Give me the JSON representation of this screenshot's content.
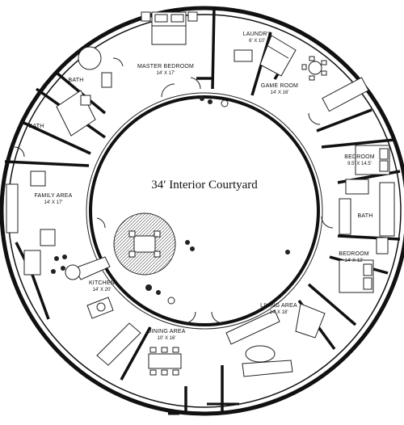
{
  "courtyard": {
    "title": "34′ Interior Courtyard"
  },
  "rooms": {
    "laundry": {
      "name": "LAUNDRY",
      "dims": "6' X 10'"
    },
    "master": {
      "name": "MASTER BEDROOM",
      "dims": "14' X 17'"
    },
    "bath_top": {
      "name": "BATH"
    },
    "bath_small": {
      "name": "BATH"
    },
    "game": {
      "name": "GAME ROOM",
      "dims": "14' X 16'"
    },
    "bed1": {
      "name": "BEDROOM",
      "dims": "9.5' X 14.5'"
    },
    "bath_right": {
      "name": "BATH"
    },
    "bed2": {
      "name": "BEDROOM",
      "dims": "14' X 12'"
    },
    "family": {
      "name": "FAMILY AREA",
      "dims": "14' X 17'"
    },
    "kitchen": {
      "name": "KITCHEN",
      "dims": "14' X 20'"
    },
    "living": {
      "name": "LIVING AREA",
      "dims": "14' X 18'"
    },
    "dining": {
      "name": "DINING AREA",
      "dims": "10' X 16'"
    }
  }
}
